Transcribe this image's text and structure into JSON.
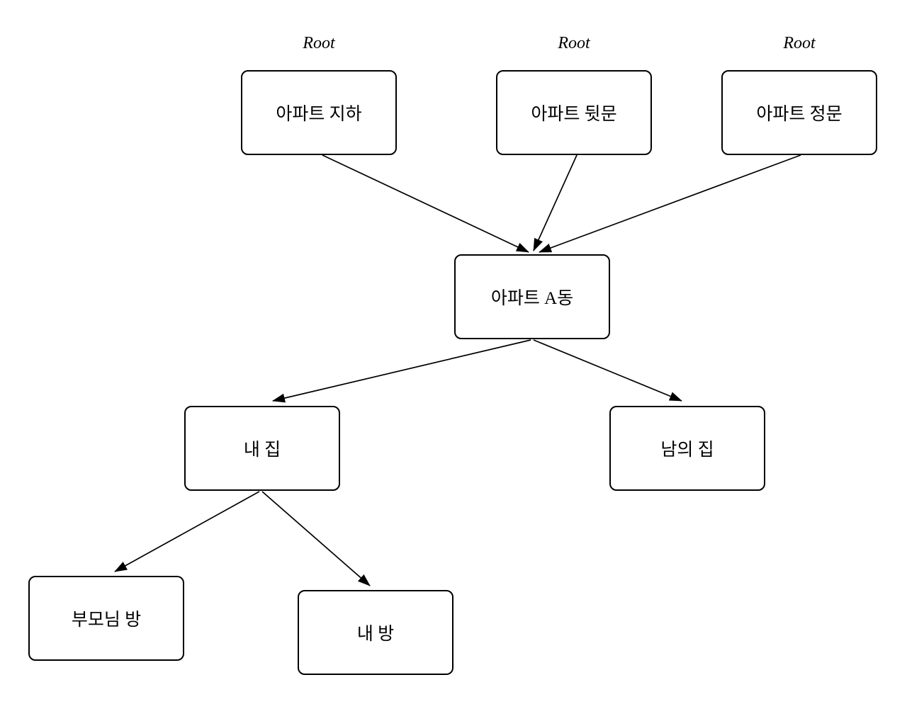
{
  "diagram": {
    "type": "tree",
    "background_color": "#ffffff",
    "line_color": "#000000",
    "node_fill_color": "#ffffff",
    "node_border_color": "#000000",
    "root_annotation": "Root",
    "nodes": [
      {
        "id": "apt-basement",
        "label": "아파트 지하",
        "annotation": "Root",
        "level": 0
      },
      {
        "id": "apt-backdoor",
        "label": "아파트 뒷문",
        "annotation": "Root",
        "level": 0
      },
      {
        "id": "apt-frontgate",
        "label": "아파트 정문",
        "annotation": "Root",
        "level": 0
      },
      {
        "id": "apt-building-a",
        "label": "아파트 A동",
        "annotation": "",
        "level": 1
      },
      {
        "id": "my-house",
        "label": "내 집",
        "annotation": "",
        "level": 2
      },
      {
        "id": "others-house",
        "label": "남의 집",
        "annotation": "",
        "level": 2
      },
      {
        "id": "parents-room",
        "label": "부모님 방",
        "annotation": "",
        "level": 3
      },
      {
        "id": "my-room",
        "label": "내 방",
        "annotation": "",
        "level": 3
      }
    ],
    "edges": [
      {
        "from": "apt-basement",
        "to": "apt-building-a"
      },
      {
        "from": "apt-backdoor",
        "to": "apt-building-a"
      },
      {
        "from": "apt-frontgate",
        "to": "apt-building-a"
      },
      {
        "from": "apt-building-a",
        "to": "my-house"
      },
      {
        "from": "apt-building-a",
        "to": "others-house"
      },
      {
        "from": "my-house",
        "to": "parents-room"
      },
      {
        "from": "my-house",
        "to": "my-room"
      }
    ]
  }
}
